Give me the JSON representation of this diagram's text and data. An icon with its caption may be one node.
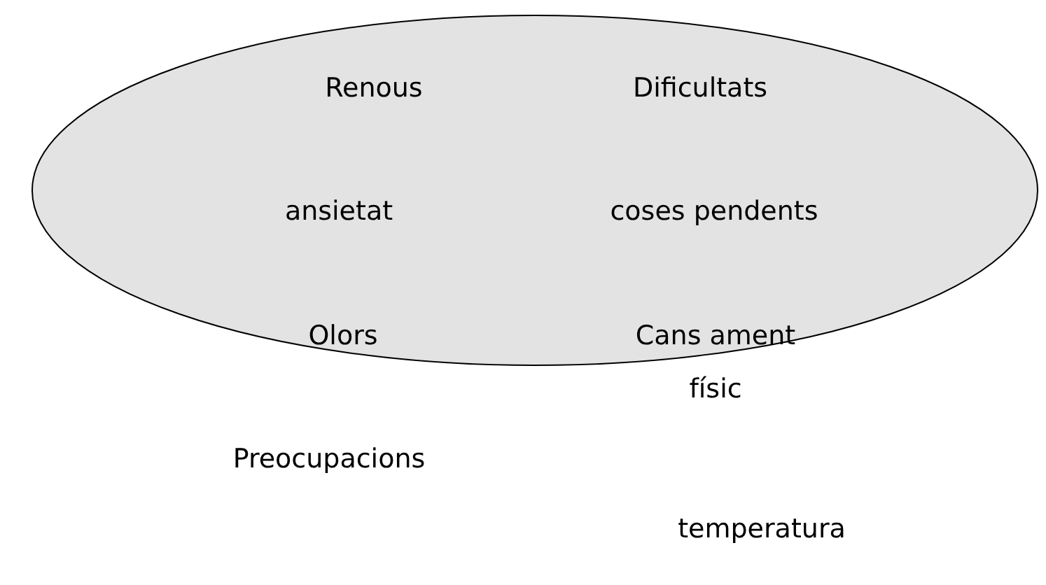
{
  "diagram": {
    "nodes": [
      {
        "text": [
          "Renous",
          "Dificultats",
          "ansietat",
          "coses pendents",
          "Olors",
          "Cans ament físic"
        ]
      }
    ],
    "labels": [
      "Preocupacions",
      "temperatura"
    ]
  }
}
